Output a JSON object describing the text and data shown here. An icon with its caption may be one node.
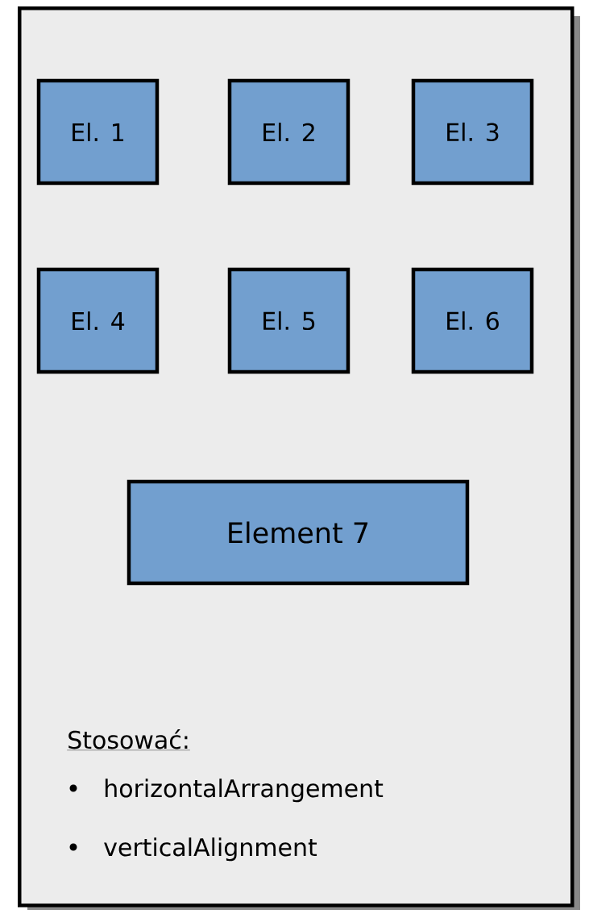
{
  "diagram": {
    "nodes": [
      {
        "text": [
          "Stosować:",
          "horizontalArrangement",
          "verticalAlignment"
        ]
      },
      {
        "text": [
          "El. 1"
        ],
        "in": 0
      },
      {
        "text": [
          "El. 2"
        ],
        "in": 0
      },
      {
        "text": [
          "El. 3"
        ],
        "in": 0
      },
      {
        "text": [
          "El. 4"
        ],
        "in": 0
      },
      {
        "text": [
          "El. 5"
        ],
        "in": 0
      },
      {
        "text": [
          "El. 6"
        ],
        "in": 0
      },
      {
        "text": [
          "Element 7"
        ],
        "in": 0
      }
    ],
    "edges": []
  }
}
